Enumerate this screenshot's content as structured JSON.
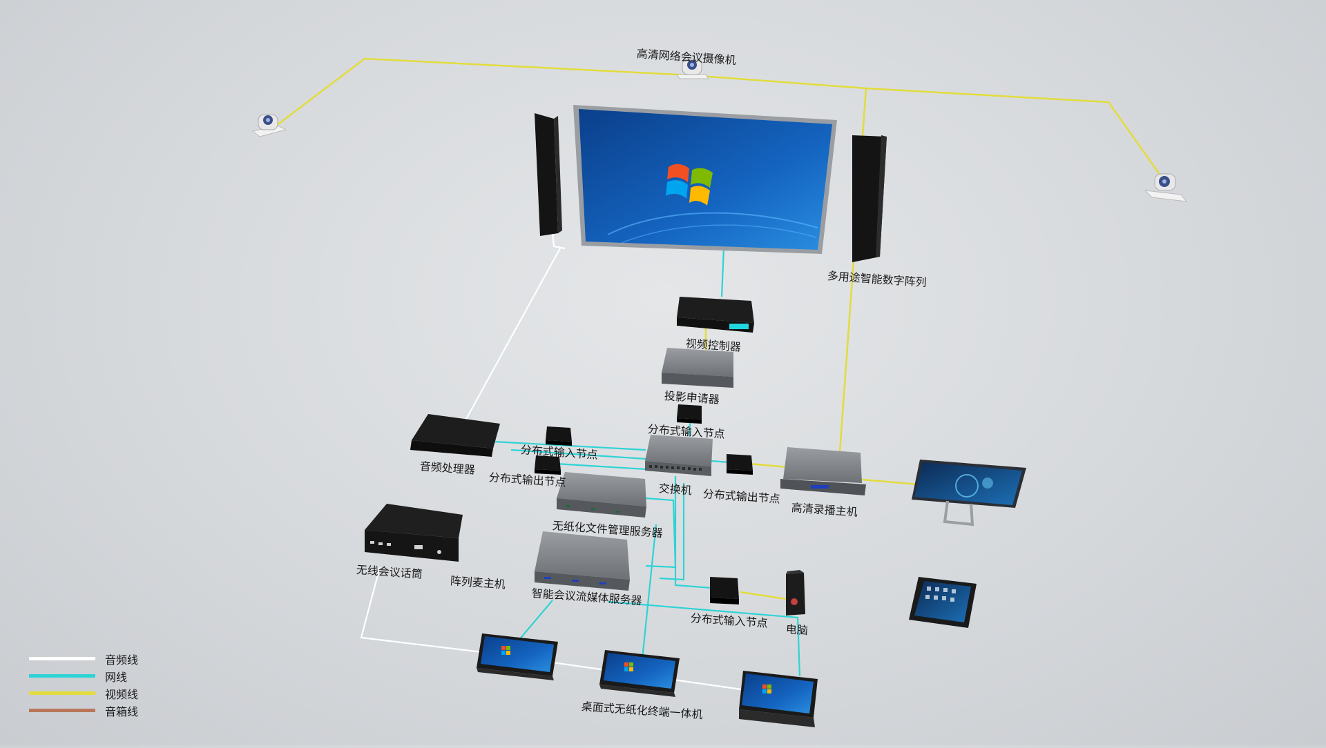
{
  "colors": {
    "audio": "#ffffff",
    "network": "#2ed3d6",
    "video": "#e2dc3c",
    "speaker": "#b8775a",
    "device_dark": "#1f1f1f",
    "device_gray": "#808387"
  },
  "labels": {
    "camera": "高清网络会议摄像机",
    "speaker_array": "多用途智能数字阵列",
    "video_controller": "视频控制器",
    "projection": "投影申请器",
    "input_node_top": "分布式输入节点",
    "audio_processor": "音频处理器",
    "input_node_left": "分布式输入节点",
    "output_node_left": "分布式输出节点",
    "switch": "交换机",
    "output_node_right": "分布式输出节点",
    "hd_recorder": "高清录播主机",
    "file_server": "无纸化文件管理服务器",
    "wireless_mic": "无线会议话筒",
    "array_mic": "阵列麦主机",
    "media_server": "智能会议流媒体服务器",
    "input_node_bottom": "分布式输入节点",
    "computer": "电脑",
    "terminal": "桌面式无纸化终端一体机"
  },
  "icons": {
    "display": "windows-display-icon",
    "tablet": "tablet-icon",
    "monitor": "monitor-icon",
    "camera": "ptz-camera-icon"
  },
  "legend": [
    {
      "label": "音频线",
      "color": "#ffffff"
    },
    {
      "label": "网线",
      "color": "#2ed3d6"
    },
    {
      "label": "视频线",
      "color": "#e2dc3c"
    },
    {
      "label": "音箱线",
      "color": "#b8775a"
    }
  ]
}
